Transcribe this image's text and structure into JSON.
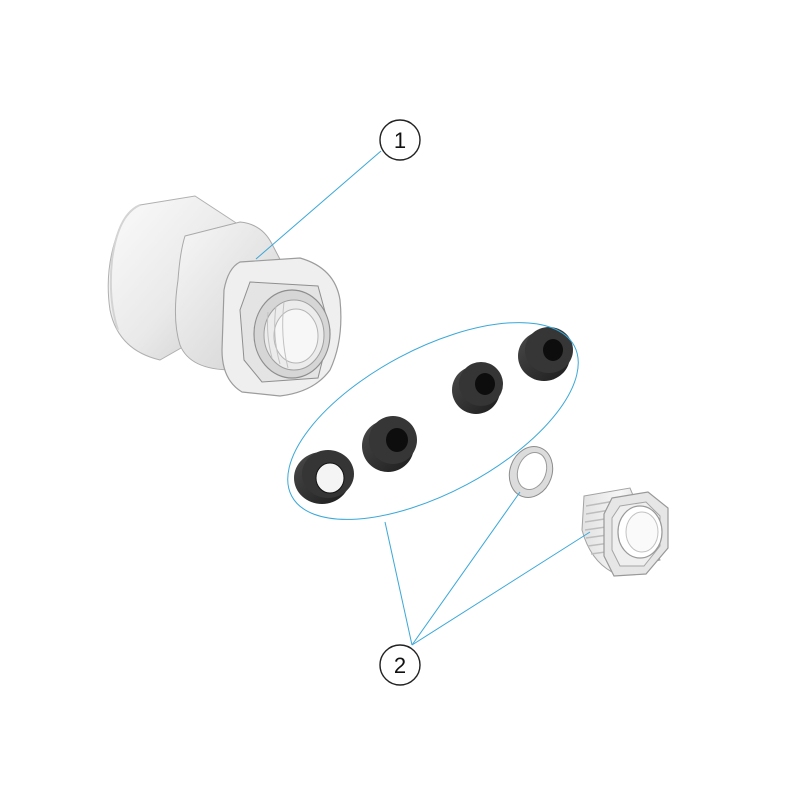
{
  "callouts": [
    {
      "number": "1"
    },
    {
      "number": "2"
    }
  ],
  "colors": {
    "leader": "#3aa8d8",
    "circle_stroke": "#222222",
    "body_light": "#f2f2f2",
    "body_mid": "#dcdcdc",
    "body_dark": "#b9b9b9",
    "gasket": "#2b2b2b",
    "gasket_hole": "#0e0e0e"
  },
  "parts": {
    "fitting_body": {
      "icon": "pipe-fitting-body-icon"
    },
    "gaskets": {
      "icon": "rubber-gasket-icon",
      "count": 4
    },
    "washer": {
      "icon": "flat-washer-icon"
    },
    "threaded_insert": {
      "icon": "threaded-insert-icon"
    }
  }
}
